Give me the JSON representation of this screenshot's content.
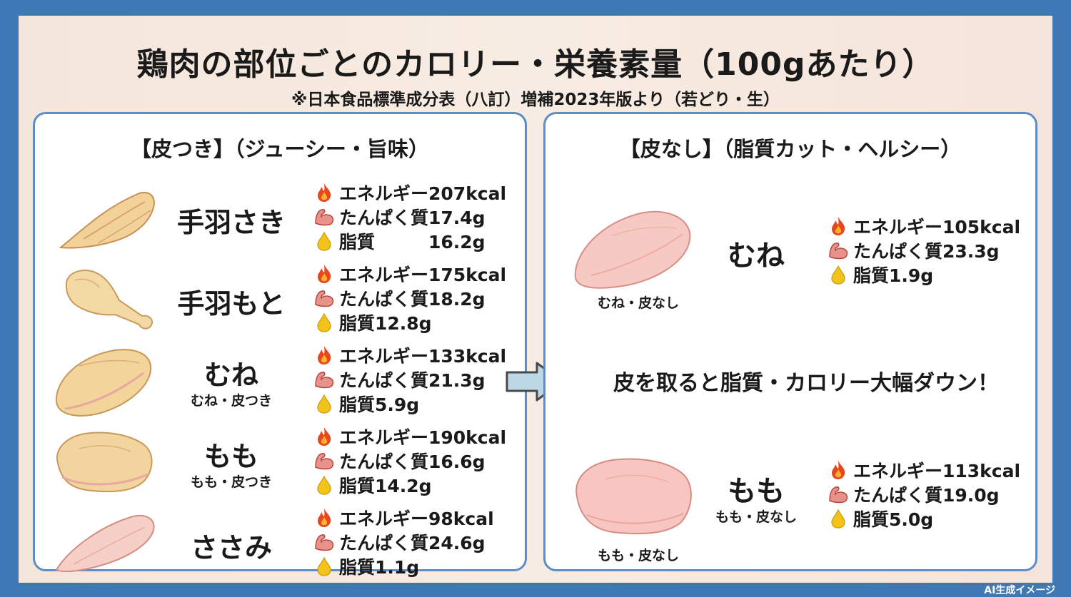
{
  "title": "鶏肉の部位ごとのカロリー・栄養素量（100gあたり）",
  "subtitle": "※日本食品標準成分表（八訂）増補2023年版より（若どり・生）",
  "left_panel": {
    "heading": "【皮つき】（ジューシー・旨味）",
    "items": [
      {
        "name": "手羽さき",
        "sub": "",
        "energy": "エネルギー207kcal",
        "protein": "たんぱく質17.4g",
        "fat": "脂質　　　16.2g"
      },
      {
        "name": "手羽もと",
        "sub": "",
        "energy": "エネルギー175kcal",
        "protein": "たんぱく質18.2g",
        "fat": "脂質12.8g"
      },
      {
        "name": "むね",
        "sub": "むね・皮つき",
        "energy": "エネルギー133kcal",
        "protein": "たんぱく質21.3g",
        "fat": "脂質5.9g"
      },
      {
        "name": "もも",
        "sub": "もも・皮つき",
        "energy": "エネルギー190kcal",
        "protein": "たんぱく質16.6g",
        "fat": "脂質14.2g"
      },
      {
        "name": "ささみ",
        "sub": "",
        "energy": "エネルギー98kcal",
        "protein": "たんぱく質24.6g",
        "fat": "脂質1.1g"
      }
    ]
  },
  "right_panel": {
    "heading": "【皮なし】（脂質カット・ヘルシー）",
    "message": "皮を取ると脂質・カロリー大幅ダウン！",
    "items": [
      {
        "name": "むね",
        "sub": "",
        "caption": "むね・皮なし",
        "energy": "エネルギー105kcal",
        "protein": "たんぱく質23.3g",
        "fat": "脂質1.9g"
      },
      {
        "name": "もも",
        "sub": "もも・皮なし",
        "caption": "もも・皮なし",
        "energy": "エネルギー113kcal",
        "protein": "たんぱく質19.0g",
        "fat": "脂質5.0g"
      }
    ]
  },
  "icons": {
    "energy": "fire-icon",
    "protein": "muscle-arm-icon",
    "fat": "oil-drop-icon"
  },
  "colors": {
    "background": "#3f79b5",
    "panel_border": "#5b8ec6",
    "arrow": "#bcd8e6"
  },
  "credit": "AI生成イメージ"
}
